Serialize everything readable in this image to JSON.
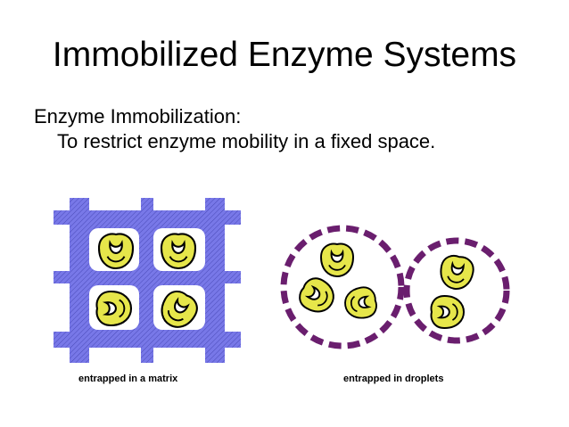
{
  "slide": {
    "title": "Immobilized Enzyme Systems",
    "heading": "Enzyme Immobilization:",
    "subtext": "To restrict enzyme mobility in a fixed space."
  },
  "figures": {
    "matrix_caption": "entrapped in a matrix",
    "droplets_caption": "entrapped in droplets"
  },
  "colors": {
    "matrix_blue": "#7878e8",
    "enzyme_yellow": "#e6e64a",
    "droplet_purple": "#6a1e6e"
  }
}
